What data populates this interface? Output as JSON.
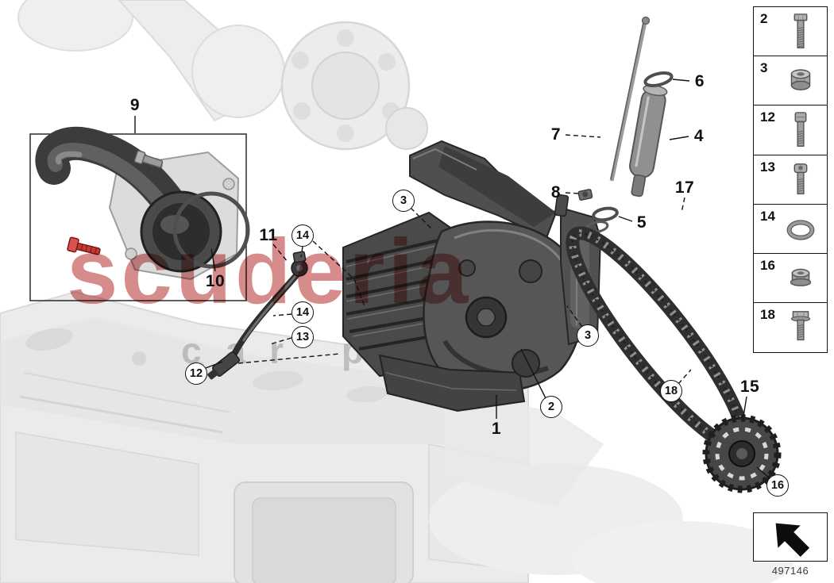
{
  "watermark": {
    "primary": "scuderia",
    "secondary": "car parts"
  },
  "footer": {
    "part_number": "497146",
    "arrow_icon": "direction-arrow-icon"
  },
  "callouts": {
    "n1": "1",
    "n2": "2",
    "n3a": "3",
    "n3b": "3",
    "n4": "4",
    "n5": "5",
    "n6": "6",
    "n7": "7",
    "n8": "8",
    "n9": "9",
    "n10": "10",
    "n11": "11",
    "n12": "12",
    "n13": "13",
    "n14a": "14",
    "n14b": "14",
    "n15": "15",
    "n16": "16",
    "n17": "17",
    "n18": "18"
  },
  "legend": {
    "items": [
      {
        "label": "2",
        "icon": "hex-bolt-long-icon"
      },
      {
        "label": "3",
        "icon": "hex-nut-icon"
      },
      {
        "label": "12",
        "icon": "cylinder-head-bolt-icon"
      },
      {
        "label": "13",
        "icon": "socket-head-bolt-icon"
      },
      {
        "label": "14",
        "icon": "o-ring-icon"
      },
      {
        "label": "16",
        "icon": "hex-flange-nut-icon"
      },
      {
        "label": "18",
        "icon": "hex-flange-bolt-icon"
      }
    ]
  }
}
